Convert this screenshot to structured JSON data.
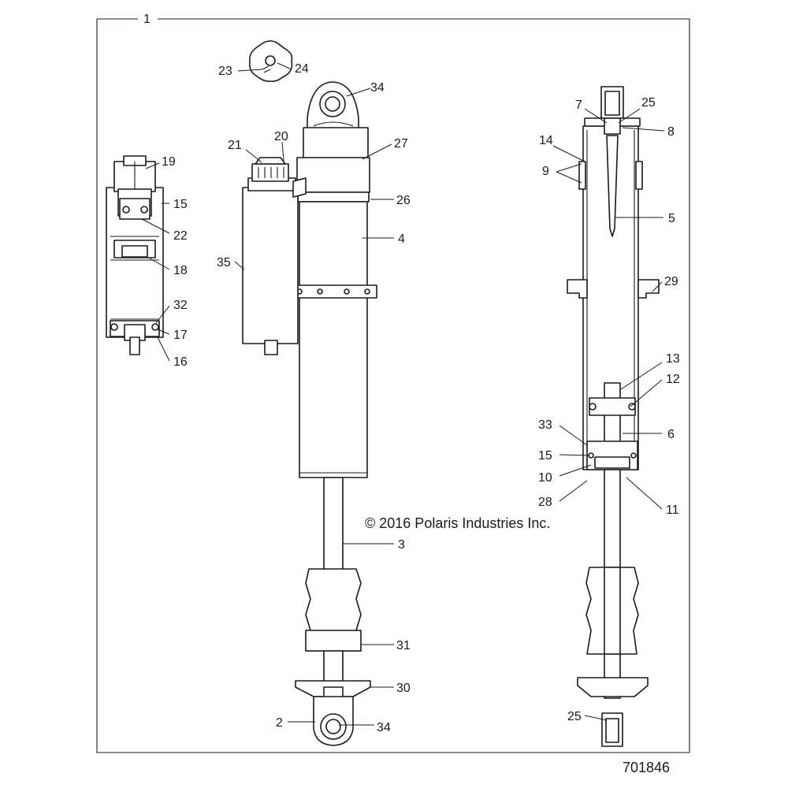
{
  "copyright": "© 2016 Polaris Industries Inc.",
  "drawing_number": "701846",
  "callouts": [
    "1",
    "2",
    "3",
    "4",
    "5",
    "6",
    "7",
    "8",
    "9",
    "10",
    "11",
    "12",
    "13",
    "14",
    "15",
    "15",
    "16",
    "17",
    "18",
    "19",
    "20",
    "21",
    "22",
    "23",
    "24",
    "25",
    "25",
    "26",
    "27",
    "28",
    "29",
    "30",
    "31",
    "32",
    "33",
    "34",
    "34",
    "35"
  ]
}
